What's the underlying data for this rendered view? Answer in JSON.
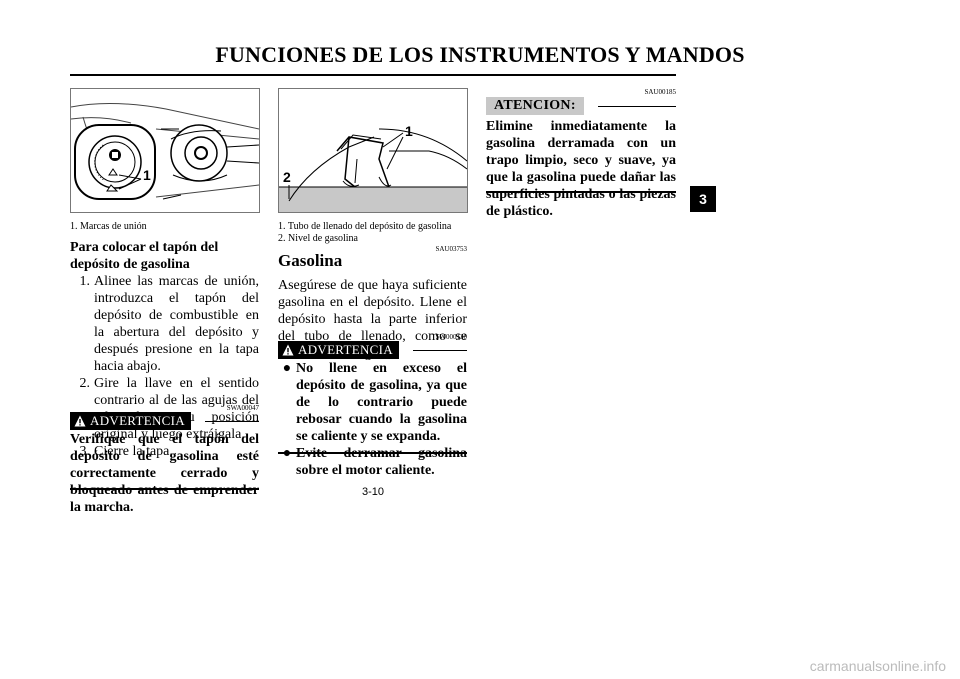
{
  "header": {
    "title": "FUNCIONES DE LOS INSTRUMENTOS Y MANDOS"
  },
  "tab": {
    "label": "3"
  },
  "left": {
    "figure": {
      "callout": "1"
    },
    "caption": "1.  Marcas de unión",
    "heading": "Para colocar el tapón del depósito de gasolina",
    "steps": [
      {
        "num": "1.",
        "text": "Alinee las marcas de unión, introduzca el tapón del depósito de combustible en la abertura del depósito y después presione en la tapa hacia abajo."
      },
      {
        "num": "2.",
        "text": "Gire la llave en el sentido contrario al de las agujas del reloj hasta su posición original y luego extráigala."
      },
      {
        "num": "3.",
        "text": "Cierre la tapa."
      }
    ],
    "warning": {
      "label": "ADVERTENCIA",
      "code": "SWA00047",
      "text": "Verifique que el tapón del depósito de gasolina esté correctamente cerrado y bloqueado antes de emprender la marcha."
    }
  },
  "middle": {
    "figure": {
      "callout1": "1",
      "callout2": "2"
    },
    "captions": [
      "1.  Tubo de llenado del depósito de gasolina",
      "2.  Nivel de gasolina"
    ],
    "section_code": "SAU03753",
    "section_title": "Gasolina",
    "body": "Asegúrese de que haya suficiente gasolina en el depósito. Llene el depósito hasta la parte inferior del tubo de llenado, como se muestra en la figura.",
    "warning": {
      "label": "ADVERTENCIA",
      "code": "SW000130",
      "bullets": [
        "No llene en exceso el depósito de gasolina, ya que de lo contrario puede rebosar cuando la gasolina se caliente y se expanda.",
        "Evite derramar gasolina sobre el motor caliente."
      ]
    }
  },
  "right": {
    "code": "SAU00185",
    "atencion": {
      "label": "ATENCION:",
      "text": "Elimine inmediatamente la gasolina derramada con un trapo limpio, seco y suave, ya que la gasolina puede dañar las superficies pintadas o las piezas de plástico."
    }
  },
  "page_number": "3-10",
  "footer": {
    "watermark": "carmanualsonline.info"
  },
  "colors": {
    "atencion_bg": "#c8c8c8",
    "fuel_level": "#c8c8c8",
    "watermark": "#bbbbbb"
  }
}
